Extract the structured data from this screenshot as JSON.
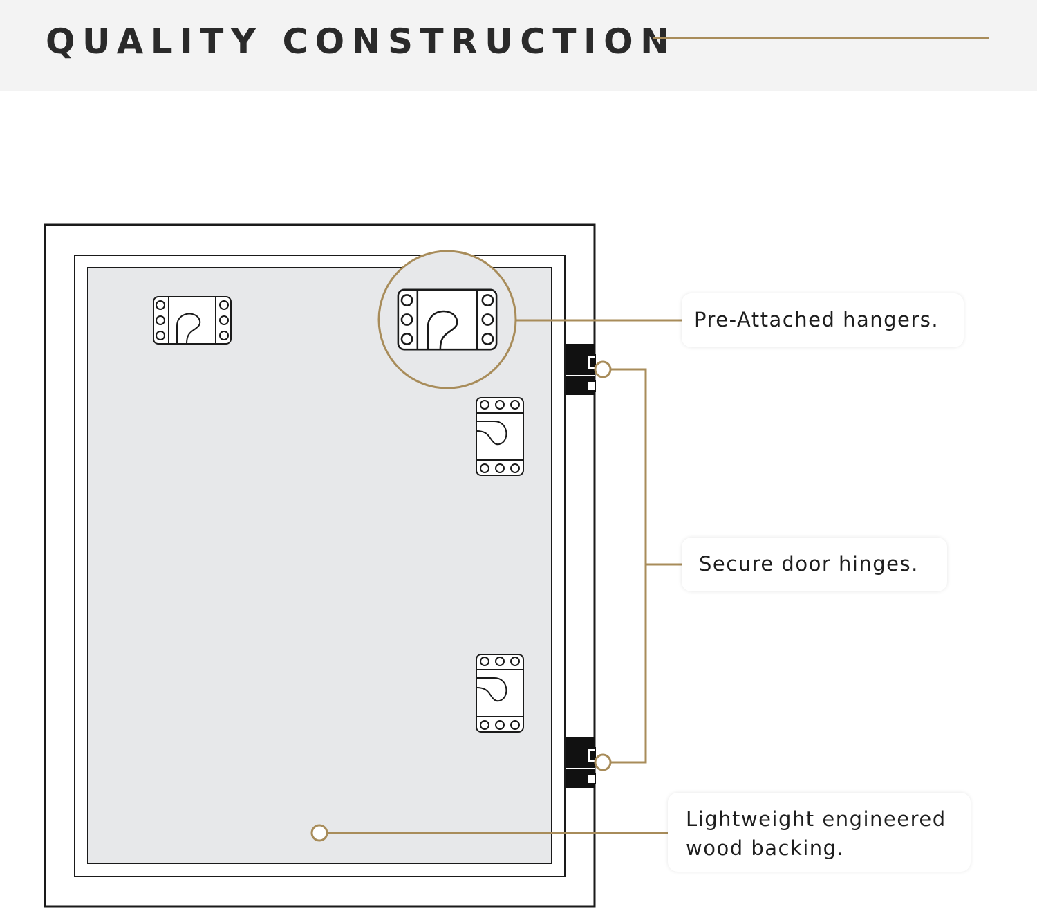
{
  "header": {
    "title": "QUALITY CONSTRUCTION"
  },
  "callouts": {
    "hangers": "Pre-Attached hangers.",
    "hinges": "Secure door hinges.",
    "backing_line1": "Lightweight engineered",
    "backing_line2": "wood backing."
  },
  "colors": {
    "accent_gold": "#a88c5a",
    "header_band": "#f3f3f3",
    "backing_panel": "#e7e8ea",
    "frame_line": "#1a1a1a"
  },
  "icons": [
    "hanger-bracket-icon",
    "door-hinge-icon",
    "callout-dot-icon"
  ]
}
